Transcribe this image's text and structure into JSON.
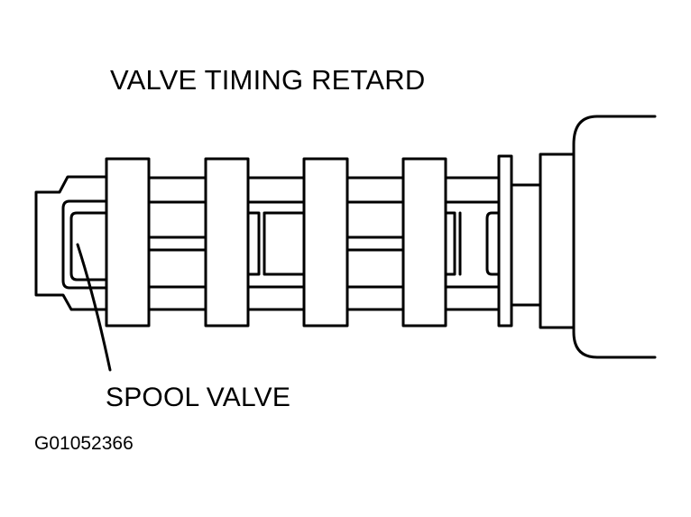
{
  "diagram": {
    "title": "VALVE TIMING RETARD",
    "callout_label": "SPOOL VALVE",
    "figure_id": "G01052366"
  },
  "colors": {
    "line": "#000000",
    "background": "#ffffff"
  }
}
